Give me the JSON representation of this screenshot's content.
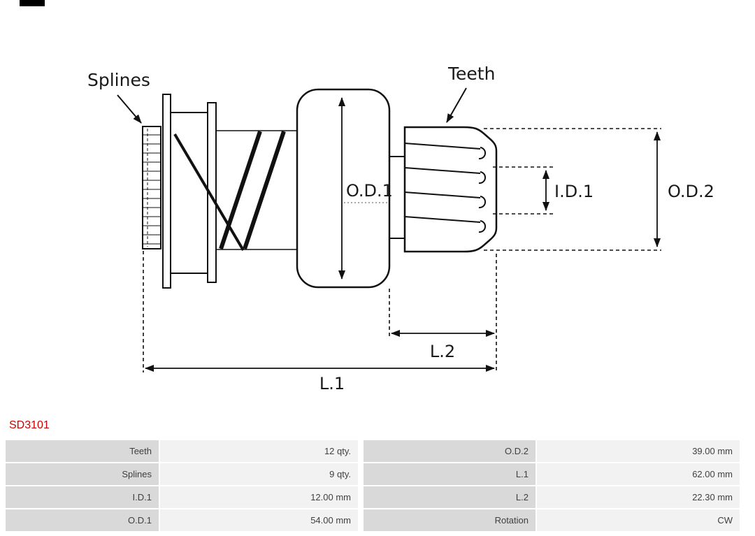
{
  "product": {
    "code": "SD3101",
    "code_color": "#cc0000"
  },
  "diagram": {
    "labels": {
      "splines": "Splines",
      "teeth": "Teeth",
      "od1": "O.D.1",
      "id1": "I.D.1",
      "od2": "O.D.2",
      "l1": "L.1",
      "l2": "L.2"
    },
    "line_color": "#111111"
  },
  "spec_table": {
    "label_bg": "#d9d9d9",
    "value_bg": "#f2f2f2",
    "rows": [
      {
        "label1": "Teeth",
        "value1": "12 qty.",
        "label2": "O.D.2",
        "value2": "39.00 mm"
      },
      {
        "label1": "Splines",
        "value1": "9 qty.",
        "label2": "L.1",
        "value2": "62.00 mm"
      },
      {
        "label1": "I.D.1",
        "value1": "12.00 mm",
        "label2": "L.2",
        "value2": "22.30 mm"
      },
      {
        "label1": "O.D.1",
        "value1": "54.00 mm",
        "label2": "Rotation",
        "value2": "CW"
      }
    ]
  }
}
